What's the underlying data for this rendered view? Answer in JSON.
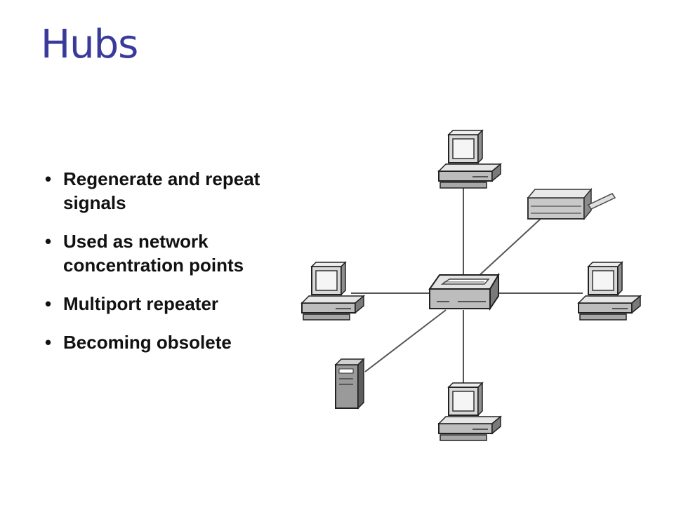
{
  "slide": {
    "title": "Hubs",
    "title_color": "#3a3a9a"
  },
  "bullets": [
    "Regenerate and repeat signals",
    "Used as network concentration points",
    "Multiport repeater",
    "Becoming obsolete"
  ],
  "bullet_glyph": "•",
  "diagram": {
    "center": "hub",
    "devices": [
      {
        "kind": "workstation",
        "icon": "computer-icon",
        "position": "top"
      },
      {
        "kind": "printer",
        "icon": "printer-icon",
        "position": "upper-right"
      },
      {
        "kind": "workstation",
        "icon": "computer-icon",
        "position": "left"
      },
      {
        "kind": "workstation",
        "icon": "computer-icon",
        "position": "right"
      },
      {
        "kind": "server",
        "icon": "server-icon",
        "position": "lower-left"
      },
      {
        "kind": "workstation",
        "icon": "computer-icon",
        "position": "bottom"
      }
    ]
  }
}
